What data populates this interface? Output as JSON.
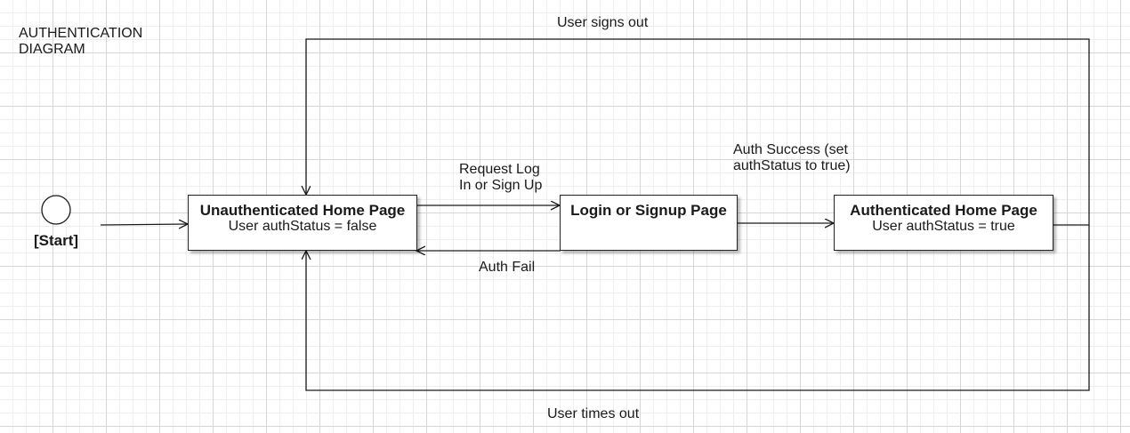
{
  "diagram": {
    "title_line1": "AUTHENTICATION",
    "title_line2": "DIAGRAM",
    "start_label": "[Start]",
    "states": {
      "unauth": {
        "title": "Unauthenticated Home Page",
        "detail": "User authStatus = false"
      },
      "login": {
        "title": "Login or Signup Page",
        "detail": ""
      },
      "auth": {
        "title": "Authenticated Home Page",
        "detail": "User authStatus = true"
      }
    },
    "transitions": {
      "request_line1": "Request Log",
      "request_line2": "In or Sign Up",
      "auth_fail": "Auth Fail",
      "auth_success_line1": "Auth Success (set",
      "auth_success_line2": "authStatus to true)",
      "signs_out": "User signs out",
      "times_out": "User times out"
    }
  }
}
